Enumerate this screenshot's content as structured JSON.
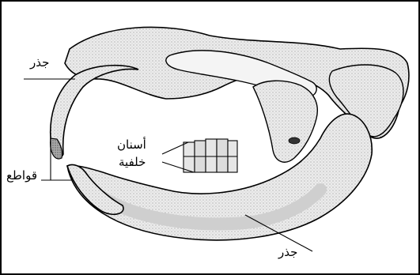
{
  "figure": {
    "subject": "skull",
    "labels": {
      "root_top": "جذر",
      "incisors": "قواطع",
      "back_teeth_line1": "أسنان",
      "back_teeth_line2": "خلفية",
      "root_bottom": "جذر"
    }
  },
  "colors": {
    "ink": "#000000",
    "bone": "#f2f2f2",
    "shade": "#bdbdbd",
    "dark_shade": "#7a7a7a"
  }
}
